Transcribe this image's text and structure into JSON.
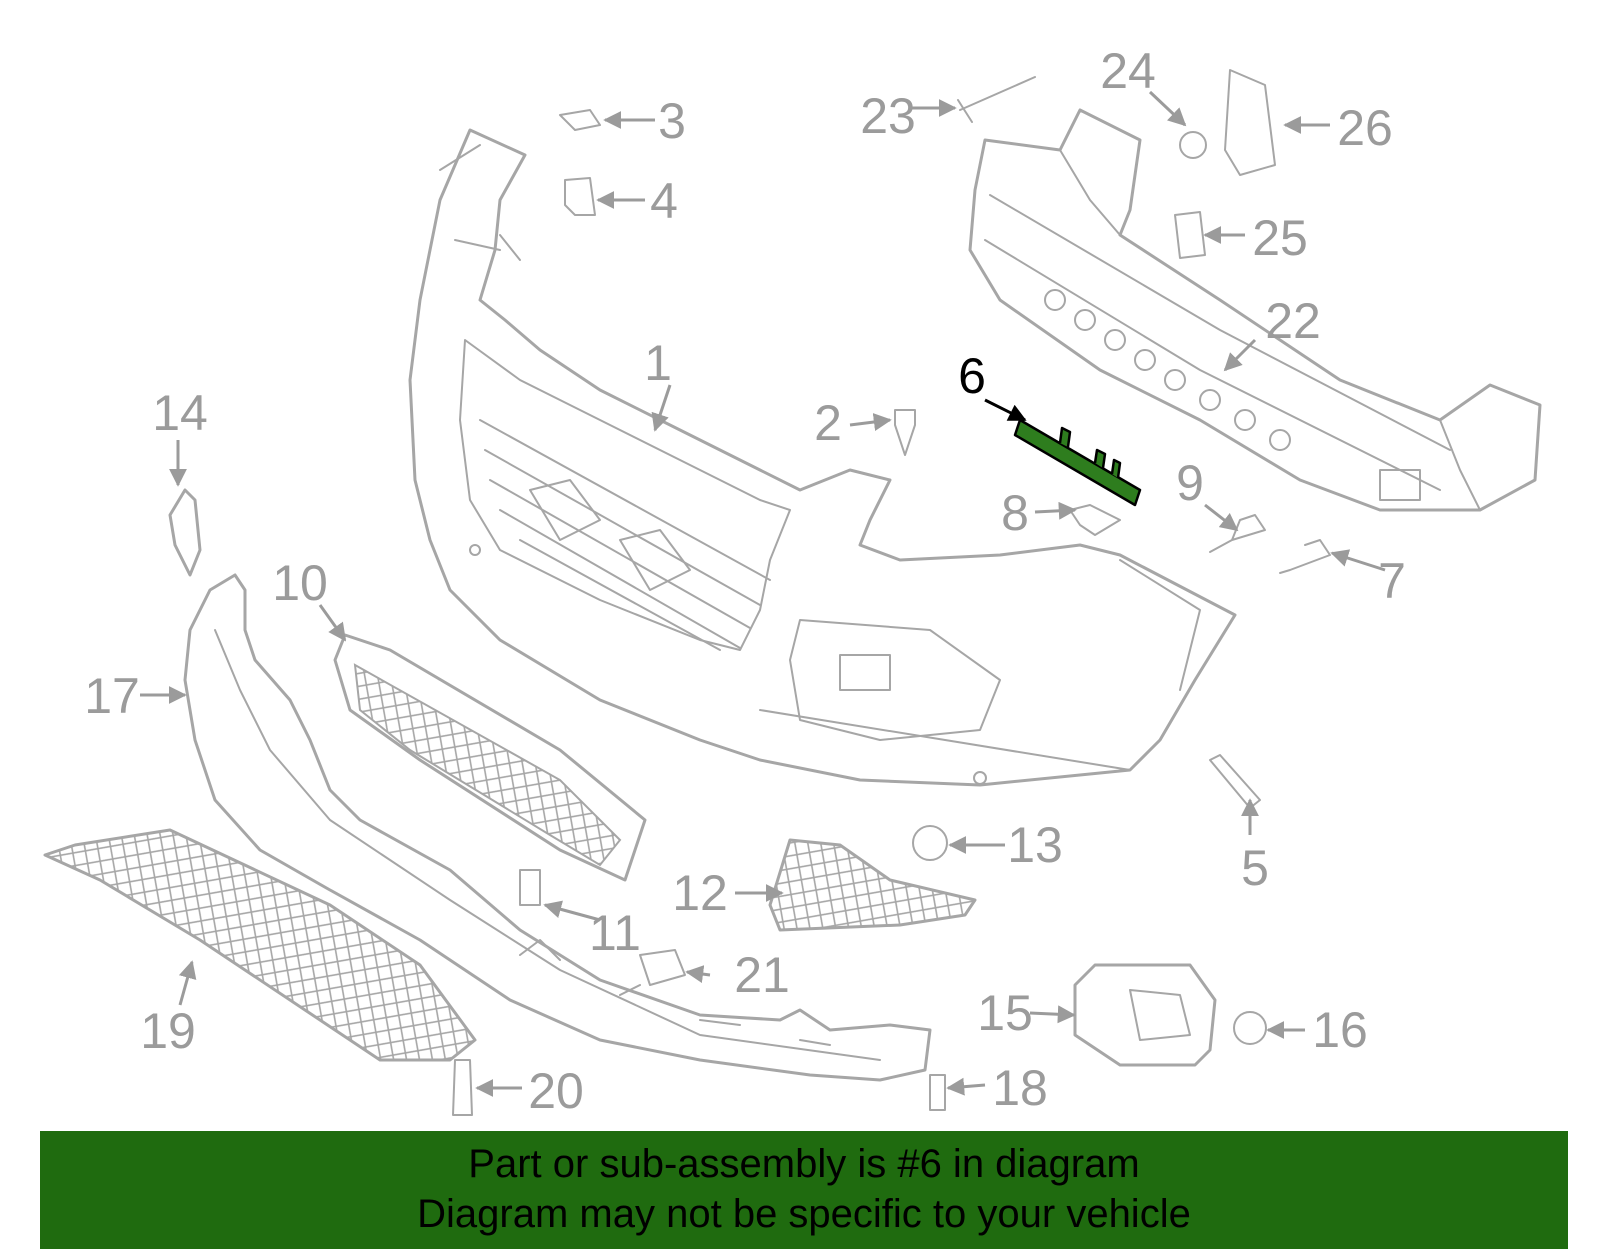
{
  "diagram": {
    "highlighted_part": "6",
    "highlight_color": "#2e7d1e",
    "callouts": [
      "1",
      "2",
      "3",
      "4",
      "5",
      "6",
      "7",
      "8",
      "9",
      "10",
      "11",
      "12",
      "13",
      "14",
      "15",
      "16",
      "17",
      "18",
      "19",
      "20",
      "21",
      "22",
      "23",
      "24",
      "25",
      "26"
    ]
  },
  "banner": {
    "background": "#1f6b0f",
    "line1": "Part or sub-assembly is #6 in diagram",
    "line2": "Diagram may not be specific to your vehicle"
  }
}
